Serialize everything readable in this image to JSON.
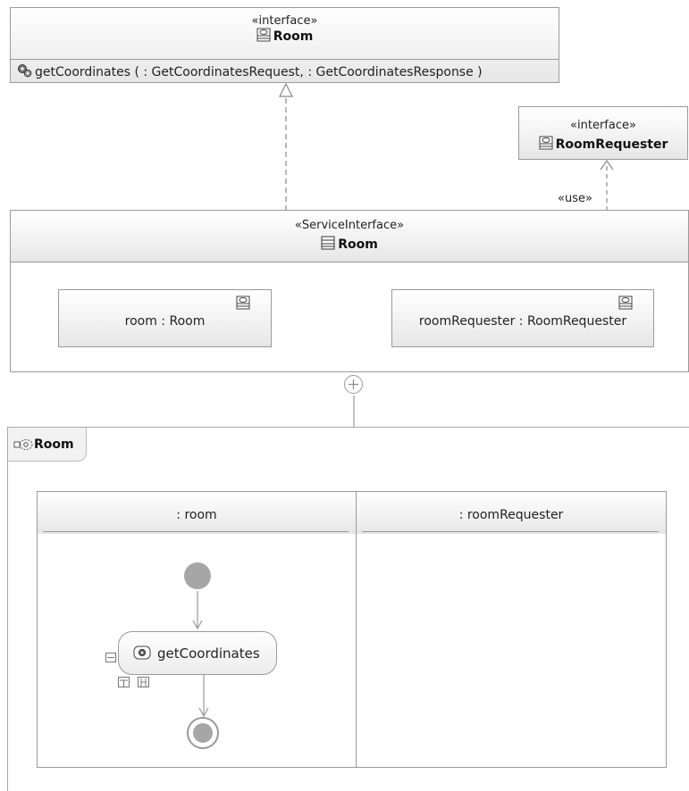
{
  "interface_room": {
    "stereotype": "«interface»",
    "name": "Room",
    "operation": "getCoordinates ( : GetCoordinatesRequest, : GetCoordinatesResponse )",
    "name_icon": "interface-icon",
    "operation_icon": "operation-gear-icon"
  },
  "interface_room_requester": {
    "stereotype": "«interface»",
    "name": "RoomRequester",
    "name_icon": "interface-icon"
  },
  "use_label": "«use»",
  "service_interface": {
    "stereotype": "«ServiceInterface»",
    "name": "Room",
    "name_icon": "class-icon",
    "parts": [
      {
        "label": "room : Room",
        "icon": "interface-icon"
      },
      {
        "label": "roomRequester : RoomRequester",
        "icon": "interface-icon"
      }
    ]
  },
  "activity": {
    "name": "Room",
    "name_icon": "collaboration-icon",
    "lanes": [
      {
        "label": ": room"
      },
      {
        "label": ": roomRequester"
      }
    ],
    "action": {
      "label": "getCoordinates",
      "icon": "call-operation-icon"
    },
    "initial_node": "initial-node",
    "final_node": "activity-final-node"
  },
  "colors": {
    "border": "#9a9a9a",
    "node_fill": "#a6a6a6",
    "header_gradient_end": "#e6e6e6"
  }
}
